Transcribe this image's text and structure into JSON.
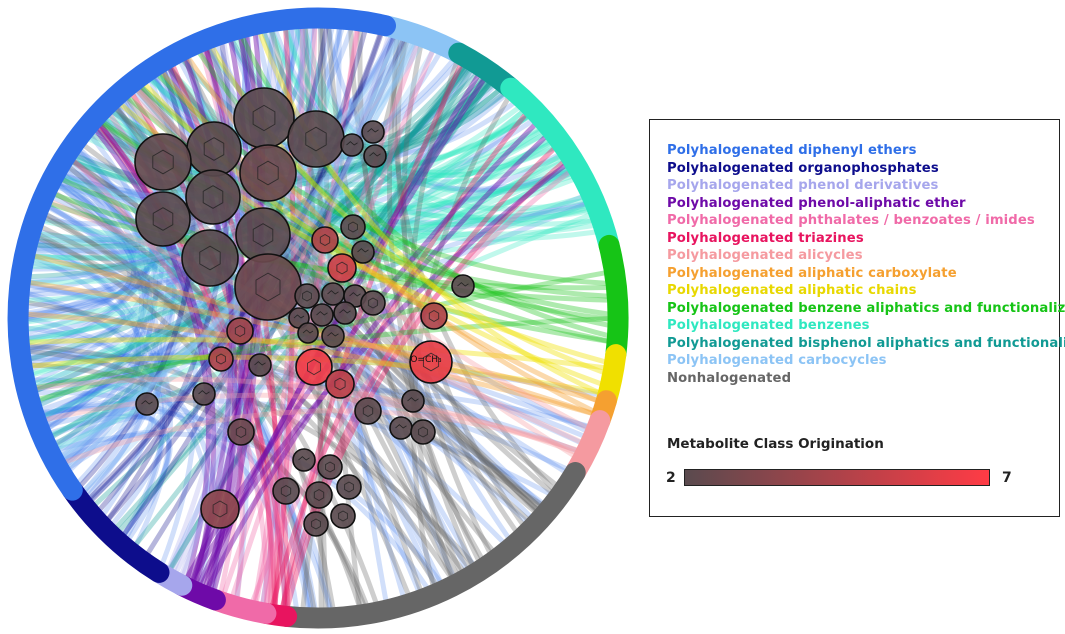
{
  "colors": {
    "diphenyl_ethers": "#2f6fe8",
    "organophosphates": "#0d0d8c",
    "phenol_derivatives": "#a6a6ec",
    "phenol_aliphatic_ether": "#6e0aa8",
    "phthalates": "#f06aa8",
    "triazines": "#e8145f",
    "alicycles": "#f59aa0",
    "aliphatic_carboxylate": "#f5a030",
    "aliphatic_chains": "#f0e000",
    "benzene_aliphatics": "#16c416",
    "benzenes": "#2fe8c0",
    "bisphenol_aliphatics": "#119a94",
    "carbocycles": "#8cc4f5",
    "nonhalogenated": "#666666",
    "gradient_low": "#5a4a4e",
    "gradient_high": "#ff3b45"
  },
  "legend": {
    "items": [
      {
        "label": "Polyhalogenated diphenyl ethers",
        "color": "#2f6fe8"
      },
      {
        "label": "Polyhalogenated organophosphates",
        "color": "#0d0d8c"
      },
      {
        "label": "Polyhalogenated phenol derivatives",
        "color": "#a6a6ec"
      },
      {
        "label": "Polyhalogenated phenol-aliphatic ether",
        "color": "#6e0aa8"
      },
      {
        "label": "Polyhalogenated phthalates / benzoates / imides",
        "color": "#f06aa8"
      },
      {
        "label": "Polyhalogenated triazines",
        "color": "#e8145f"
      },
      {
        "label": "Polyhalogenated alicycles",
        "color": "#f59aa0"
      },
      {
        "label": "Polyhalogenated aliphatic carboxylate",
        "color": "#f5a030"
      },
      {
        "label": "Polyhalogenated aliphatic chains",
        "color": "#e8d800"
      },
      {
        "label": "Polyhalogenated benzene aliphatics and functionalized",
        "color": "#16c416"
      },
      {
        "label": "Polyhalogenated benzenes",
        "color": "#2fe8c0"
      },
      {
        "label": "Polyhalogenated bisphenol aliphatics and functionalized",
        "color": "#119a94"
      },
      {
        "label": "Polyhalogenated carbocycles",
        "color": "#8cc4f5"
      },
      {
        "label": "Nonhalogenated",
        "color": "#666666"
      }
    ],
    "gradient": {
      "title": "Metabolite Class Origination",
      "min": "2",
      "max": "7"
    }
  },
  "ring_label": "O=CH₃"
}
